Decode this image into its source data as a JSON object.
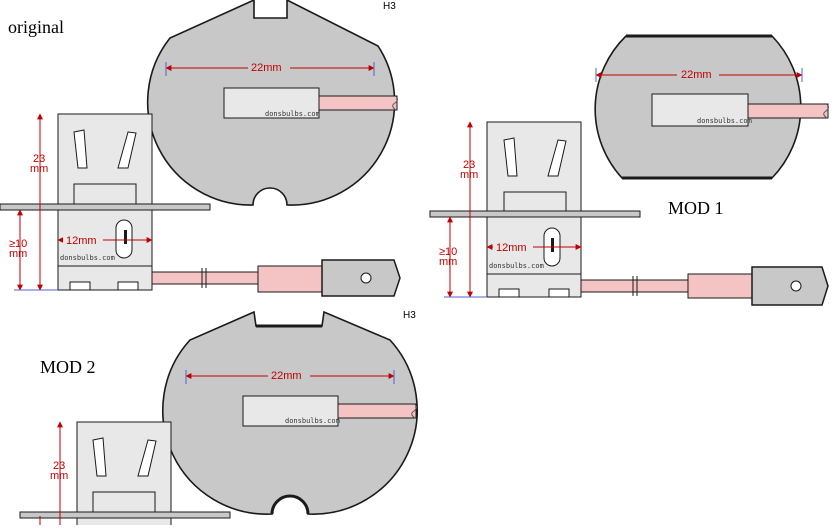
{
  "labels": {
    "original": "original",
    "mod1": "MOD 1",
    "mod2": "MOD 2",
    "h3": "H3"
  },
  "dimensions": {
    "width": "22mm",
    "slot": "12mm",
    "height_num": "23",
    "height_unit": "mm",
    "depth_num": "≥10",
    "depth_unit": "mm"
  },
  "watermark": "donsbulbs.com",
  "colors": {
    "body": "#c8c8c8",
    "outline": "#1a1a1a",
    "dimension": "#c00000",
    "wire": "#f4c4c4",
    "box": "#e8e8e8"
  }
}
